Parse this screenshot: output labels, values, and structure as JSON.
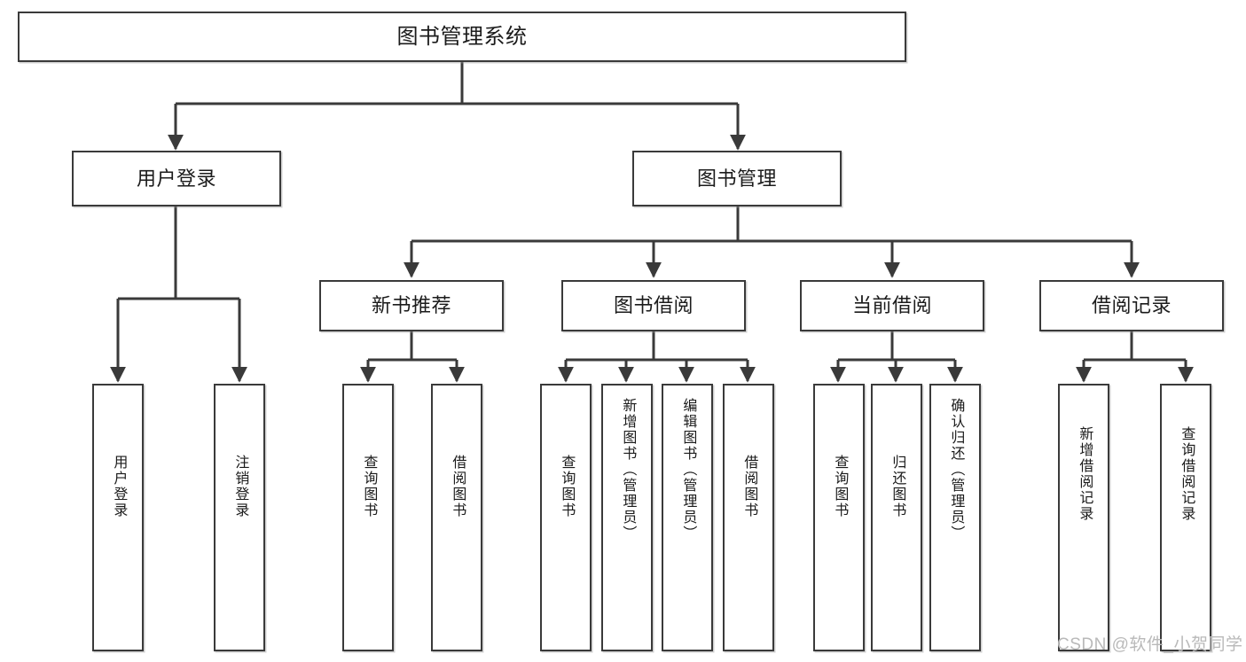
{
  "diagram": {
    "title": "图书管理系统",
    "type": "tree-hierarchy",
    "watermark": "CSDN @软件_小贺同学",
    "colors": {
      "stroke": "#3a3a3a",
      "fill": "#ffffff",
      "text": "#1b1b1b",
      "watermark": "#b9b9b9"
    },
    "root": {
      "id": "root",
      "label": "图书管理系统",
      "orientation": "horizontal"
    },
    "level1": [
      {
        "id": "user-login",
        "label": "用户登录",
        "orientation": "horizontal"
      },
      {
        "id": "book-manage",
        "label": "图书管理",
        "orientation": "horizontal"
      }
    ],
    "level2": [
      {
        "id": "new-book-recommend",
        "label": "新书推荐",
        "orientation": "horizontal",
        "parent": "book-manage"
      },
      {
        "id": "book-borrow",
        "label": "图书借阅",
        "orientation": "horizontal",
        "parent": "book-manage"
      },
      {
        "id": "current-borrow",
        "label": "当前借阅",
        "orientation": "horizontal",
        "parent": "book-manage"
      },
      {
        "id": "borrow-record",
        "label": "借阅记录",
        "orientation": "horizontal",
        "parent": "book-manage"
      }
    ],
    "leaves": [
      {
        "id": "leaf-user-login",
        "label": "用户登录",
        "orientation": "vertical",
        "parent": "user-login"
      },
      {
        "id": "leaf-logout-login",
        "label": "注销登录",
        "orientation": "vertical",
        "parent": "user-login"
      },
      {
        "id": "leaf-query-book-1",
        "label": "查询图书",
        "orientation": "vertical",
        "parent": "new-book-recommend"
      },
      {
        "id": "leaf-borrow-book-1",
        "label": "借阅图书",
        "orientation": "vertical",
        "parent": "new-book-recommend"
      },
      {
        "id": "leaf-query-book-2",
        "label": "查询图书",
        "orientation": "vertical",
        "parent": "book-borrow"
      },
      {
        "id": "leaf-add-book",
        "label": "新增图书（管理员）",
        "orientation": "vertical",
        "parent": "book-borrow"
      },
      {
        "id": "leaf-edit-book",
        "label": "编辑图书（管理员）",
        "orientation": "vertical",
        "parent": "book-borrow"
      },
      {
        "id": "leaf-borrow-book-2",
        "label": "借阅图书",
        "orientation": "vertical",
        "parent": "book-borrow"
      },
      {
        "id": "leaf-query-book-3",
        "label": "查询图书",
        "orientation": "vertical",
        "parent": "current-borrow"
      },
      {
        "id": "leaf-return-book",
        "label": "归还图书",
        "orientation": "vertical",
        "parent": "current-borrow"
      },
      {
        "id": "leaf-confirm-return",
        "label": "确认归还（管理员）",
        "orientation": "vertical",
        "parent": "current-borrow"
      },
      {
        "id": "leaf-add-record",
        "label": "新增借阅记录",
        "orientation": "vertical",
        "parent": "borrow-record"
      },
      {
        "id": "leaf-query-record",
        "label": "查询借阅记录",
        "orientation": "vertical",
        "parent": "borrow-record"
      }
    ]
  }
}
